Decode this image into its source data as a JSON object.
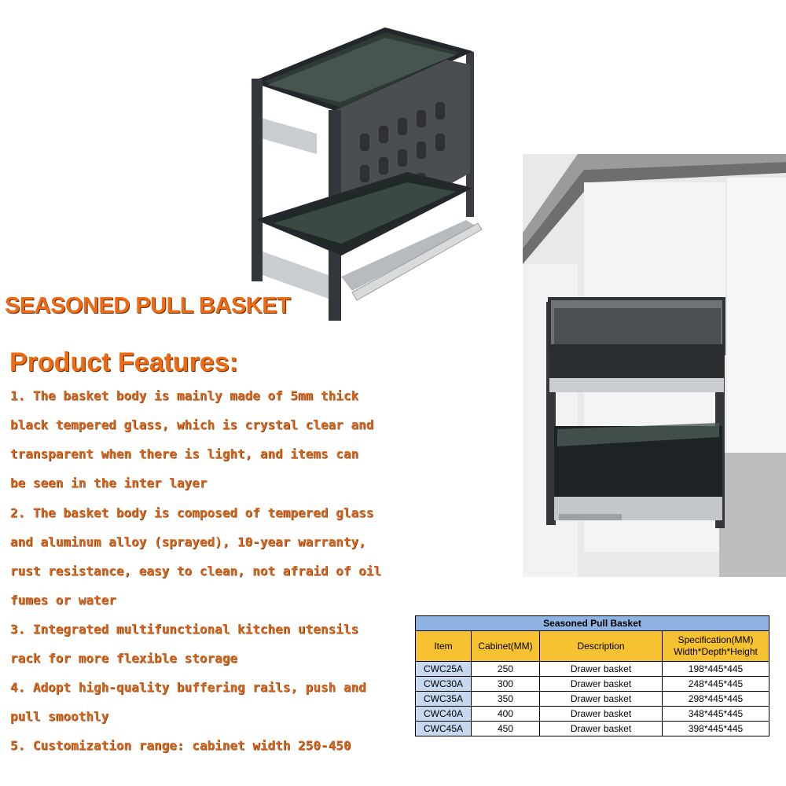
{
  "title": "SEASONED PULL BASKET",
  "features_heading": "Product Features:",
  "features": [
    "1. The basket body is mainly made of 5mm thick",
    "black tempered glass, which is crystal clear and",
    "transparent when there is light, and items can",
    "be seen in the inter layer",
    "2. The basket body is composed of tempered glass",
    "and aluminum alloy (sprayed), 10-year warranty,",
    "rust resistance, easy to clean, not afraid of oil",
    "fumes or water",
    "3. Integrated multifunctional kitchen utensils",
    "rack for more flexible storage",
    "4. Adopt high-quality buffering rails, push and",
    "pull smoothly",
    "5. Customization range: cabinet width 250-450"
  ],
  "table": {
    "caption": "Seasoned Pull Basket",
    "headers": [
      "Item",
      "Cabinet(MM)",
      "Description",
      "Specification(MM)",
      "Width*Depth*Height"
    ],
    "rows": [
      [
        "CWC25A",
        "250",
        "Drawer basket",
        "198*445*445"
      ],
      [
        "CWC30A",
        "300",
        "Drawer basket",
        "248*445*445"
      ],
      [
        "CWC35A",
        "350",
        "Drawer basket",
        "298*445*445"
      ],
      [
        "CWC40A",
        "400",
        "Drawer basket",
        "348*445*445"
      ],
      [
        "CWC45A",
        "450",
        "Drawer basket",
        "398*445*445"
      ]
    ]
  },
  "colors": {
    "title_orange": "#ee6b14",
    "feature_text": "#d9651c",
    "table_caption_bg": "#8fb4e3",
    "table_header_bg": "#f7c232",
    "table_item_bg": "#c6d9f1"
  }
}
